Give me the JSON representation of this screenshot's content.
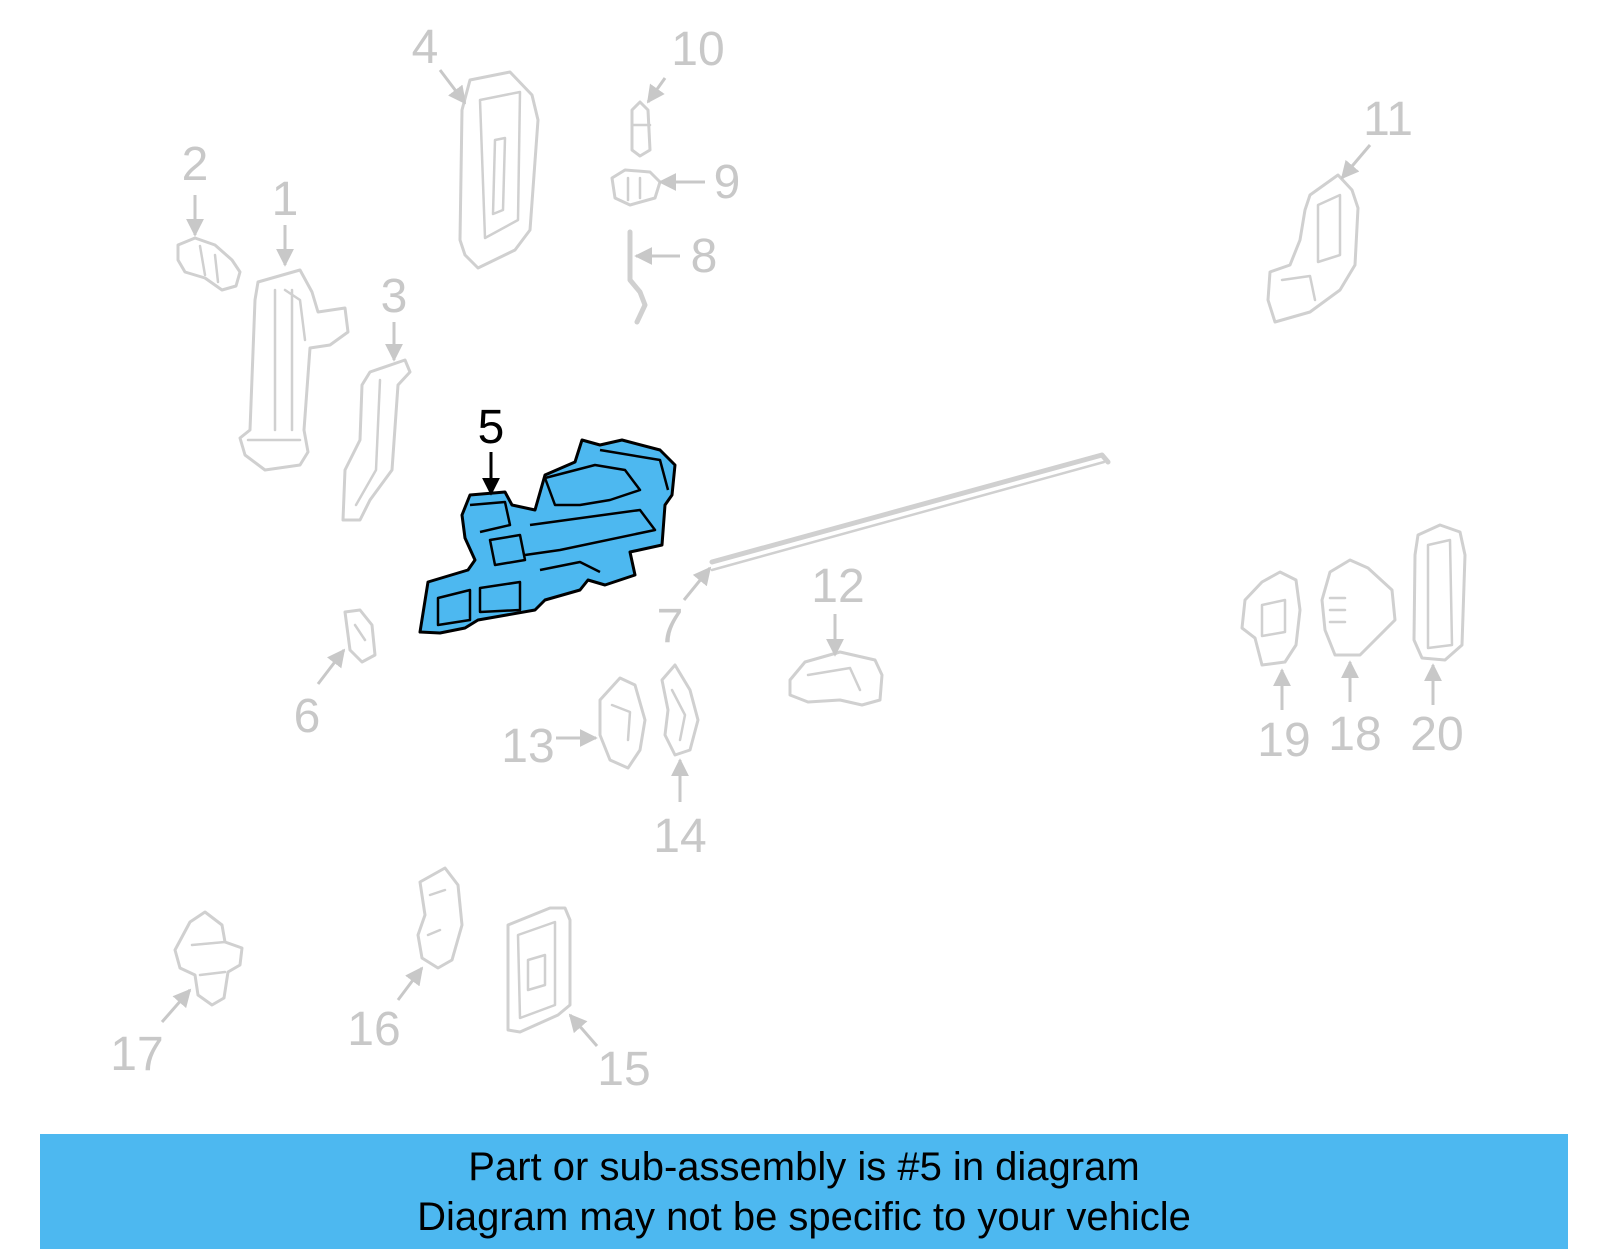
{
  "banner": {
    "line1": "Part or sub-assembly is #5 in diagram",
    "line2": "Diagram may not be specific to your vehicle"
  },
  "colors": {
    "highlight": "#4db8f0",
    "faded": "#c8c8c8",
    "banner": "#4db8f0"
  },
  "highlighted_part": "5",
  "callouts": {
    "c1": "1",
    "c2": "2",
    "c3": "3",
    "c4": "4",
    "c5": "5",
    "c6": "6",
    "c7": "7",
    "c8": "8",
    "c9": "9",
    "c10": "10",
    "c11": "11",
    "c12": "12",
    "c13": "13",
    "c14": "14",
    "c15": "15",
    "c16": "16",
    "c17": "17",
    "c18": "18",
    "c19": "19",
    "c20": "20"
  }
}
